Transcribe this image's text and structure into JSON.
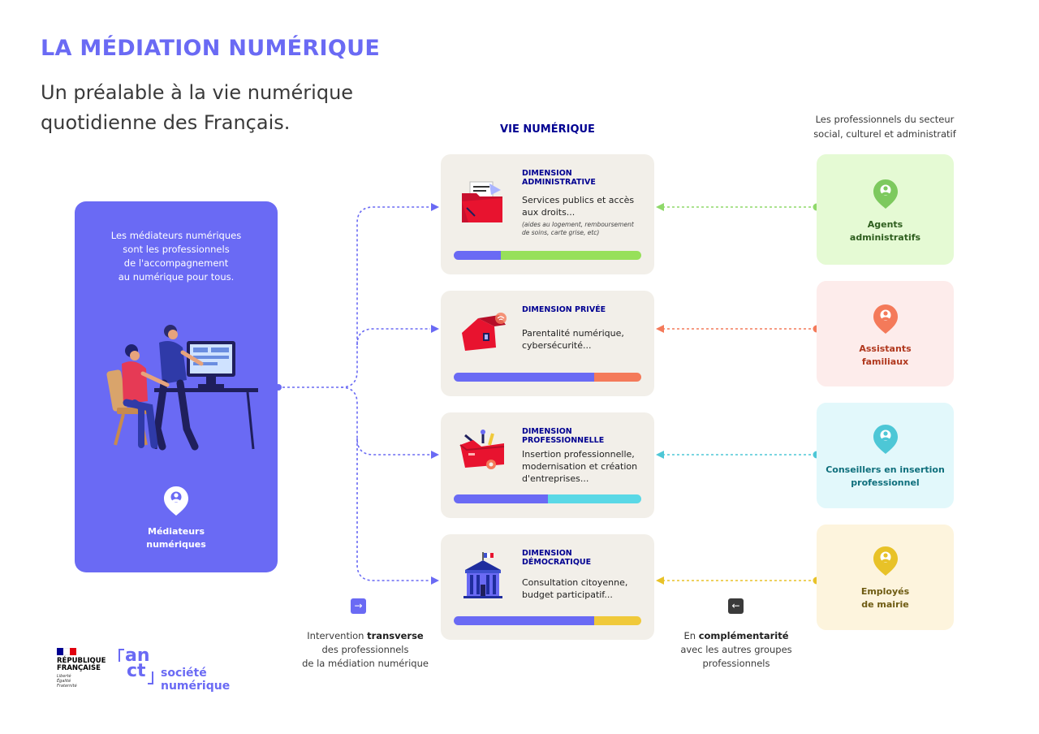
{
  "header": {
    "title": "LA MÉDIATION NUMÉRIQUE",
    "subtitle": "Un préalable à la vie numérique\nquotidienne des Français."
  },
  "center_heading": "VIE NUMÉRIQUE",
  "right_heading": "Les professionnels du secteur\nsocial, culturel et administratif",
  "mediateurs": {
    "description": "Les médiateurs numériques\nsont les professionnels\nde l'accompagnement\nau numérique pour tous.",
    "label": "Médiateurs\nnumériques",
    "color": "#6a6af4"
  },
  "dimensions": [
    {
      "title": "DIMENSION\nADMINISTRATIVE",
      "description": "Services publics et accès\naux droits...",
      "note": "(aides au logement, remboursement\nde soins, carte grise, etc)",
      "icon": "folder-icon",
      "bar_share_mediation": 0.25,
      "accent": "#97e05a"
    },
    {
      "title": "DIMENSION  PRIVÉE",
      "description": "Parentalité numérique,\ncybersécurité...",
      "icon": "house-icon",
      "bar_share_mediation": 0.75,
      "accent": "#f47a5a"
    },
    {
      "title": "DIMENSION\nPROFESSIONNELLE",
      "description": "Insertion professionnelle,\nmodernisation et création\nd'entreprises...",
      "icon": "toolbox-icon",
      "bar_share_mediation": 0.5,
      "accent": "#5ad8e6"
    },
    {
      "title": "DIMENSION\nDÉMOCRATIQUE",
      "description": "Consultation citoyenne,\nbudget participatif...",
      "icon": "town-hall-icon",
      "bar_share_mediation": 0.75,
      "accent": "#f0c93a"
    }
  ],
  "professionals": [
    {
      "label": "Agents\nadministratifs",
      "color": "#7dc95e",
      "bg": "#e5fad4",
      "text_color": "#2e5e1e"
    },
    {
      "label": "Assistants\nfamiliaux",
      "color": "#f47a5a",
      "bg": "#fdeceb",
      "text_color": "#b0381e"
    },
    {
      "label": "Conseillers en insertion\nprofessionnel",
      "color": "#4dc7d6",
      "bg": "#e2f8fb",
      "text_color": "#0f6f7c"
    },
    {
      "label": "Employés\nde mairie",
      "color": "#e8c228",
      "bg": "#fdf4dd",
      "text_color": "#6e5b12"
    }
  ],
  "captions": {
    "left_prefix": "Intervention ",
    "left_bold": "transverse",
    "left_rest": "des professionnels\nde la médiation numérique",
    "right_prefix": "En ",
    "right_bold": "complémentarité",
    "right_rest": "avec les autres groupes\nprofessionnels"
  },
  "logos": {
    "rf_text": "RÉPUBLIQUE\nFRANÇAISE",
    "rf_motto": "Liberté\nÉgalité\nFraternité",
    "anct_mark_1": "an",
    "anct_mark_2": "ct",
    "anct_text": "société\nnumérique"
  }
}
